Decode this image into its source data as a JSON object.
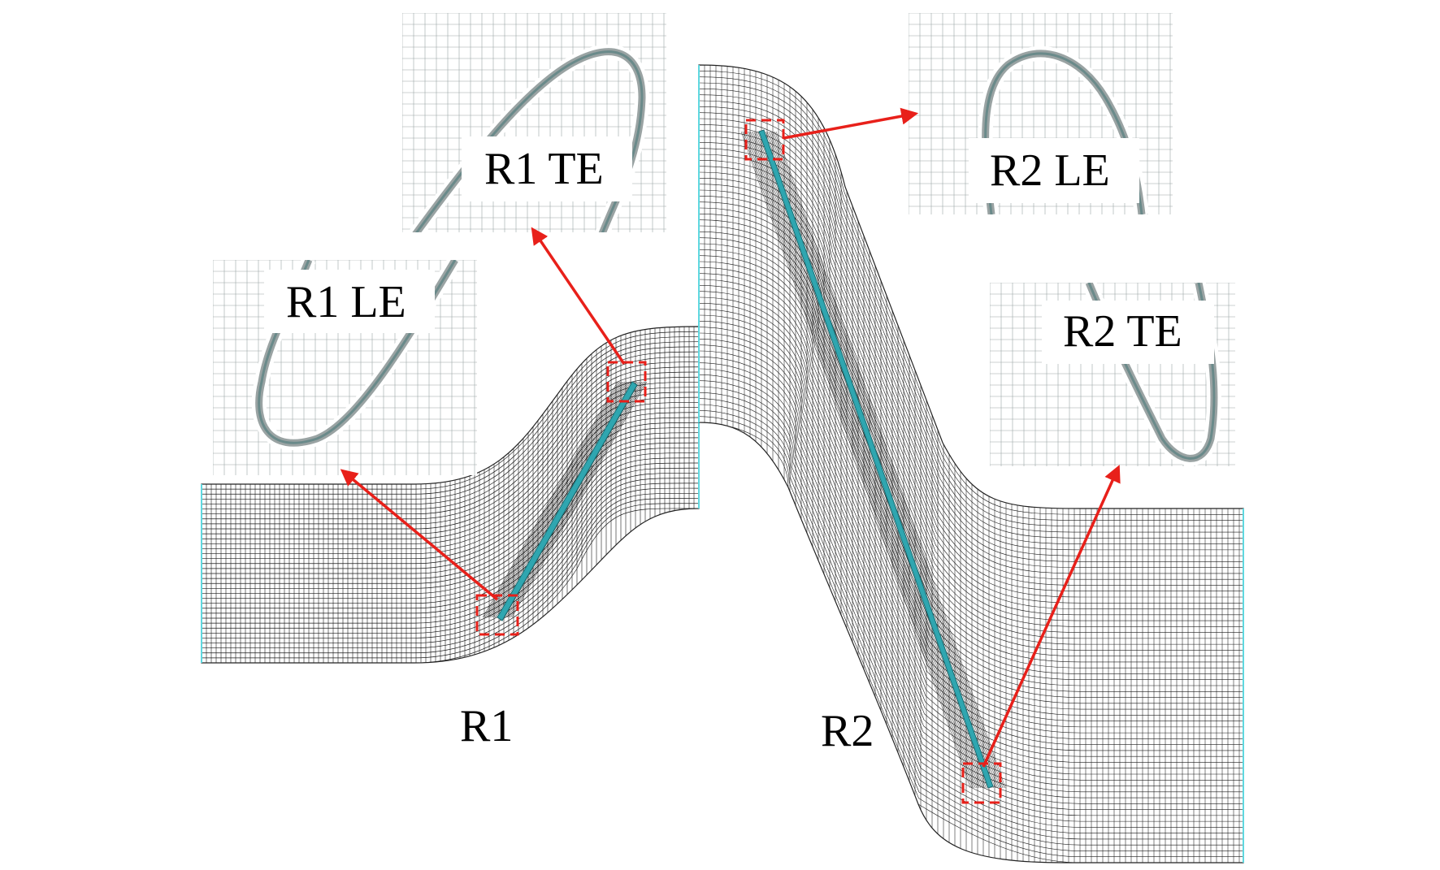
{
  "labels": {
    "r1": "R1",
    "r2": "R2",
    "r1_le": "R1 LE",
    "r1_te": "R1 TE",
    "r2_le": "R2 LE",
    "r2_te": "R2 TE"
  },
  "colors": {
    "mesh": "#1a1a1a",
    "mesh_dense": "#000000",
    "blade": "#2fa6b0",
    "arrow": "#e8201a",
    "marker": "#e8201a",
    "boundary": "#5fd8e0",
    "inset_grid": "#9aa3a3",
    "inset_wall": "#6a8a8a"
  }
}
